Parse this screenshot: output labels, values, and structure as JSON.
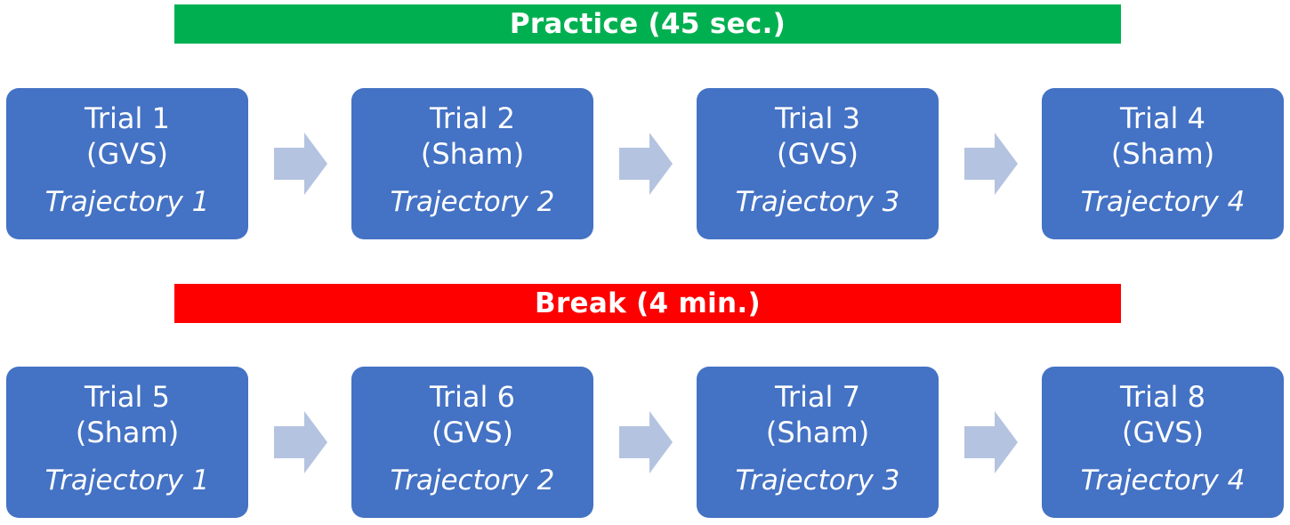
{
  "colors": {
    "practice_banner": "#00B050",
    "break_banner": "#FF0000",
    "trial_box": "#4472C4",
    "arrow": "#B4C3E0"
  },
  "banners": {
    "practice": "Practice (45 sec.)",
    "break": "Break (4 min.)"
  },
  "rows": [
    {
      "trials": [
        {
          "title": "Trial 1",
          "condition": "(GVS)",
          "trajectory": "Trajectory 1"
        },
        {
          "title": "Trial 2",
          "condition": "(Sham)",
          "trajectory": "Trajectory 2"
        },
        {
          "title": "Trial 3",
          "condition": "(GVS)",
          "trajectory": "Trajectory 3"
        },
        {
          "title": "Trial 4",
          "condition": "(Sham)",
          "trajectory": "Trajectory 4"
        }
      ]
    },
    {
      "trials": [
        {
          "title": "Trial 5",
          "condition": "(Sham)",
          "trajectory": "Trajectory 1"
        },
        {
          "title": "Trial 6",
          "condition": "(GVS)",
          "trajectory": "Trajectory 2"
        },
        {
          "title": "Trial 7",
          "condition": "(Sham)",
          "trajectory": "Trajectory 3"
        },
        {
          "title": "Trial 8",
          "condition": "(GVS)",
          "trajectory": "Trajectory 4"
        }
      ]
    }
  ],
  "arrow_icon": "right-arrow-icon"
}
